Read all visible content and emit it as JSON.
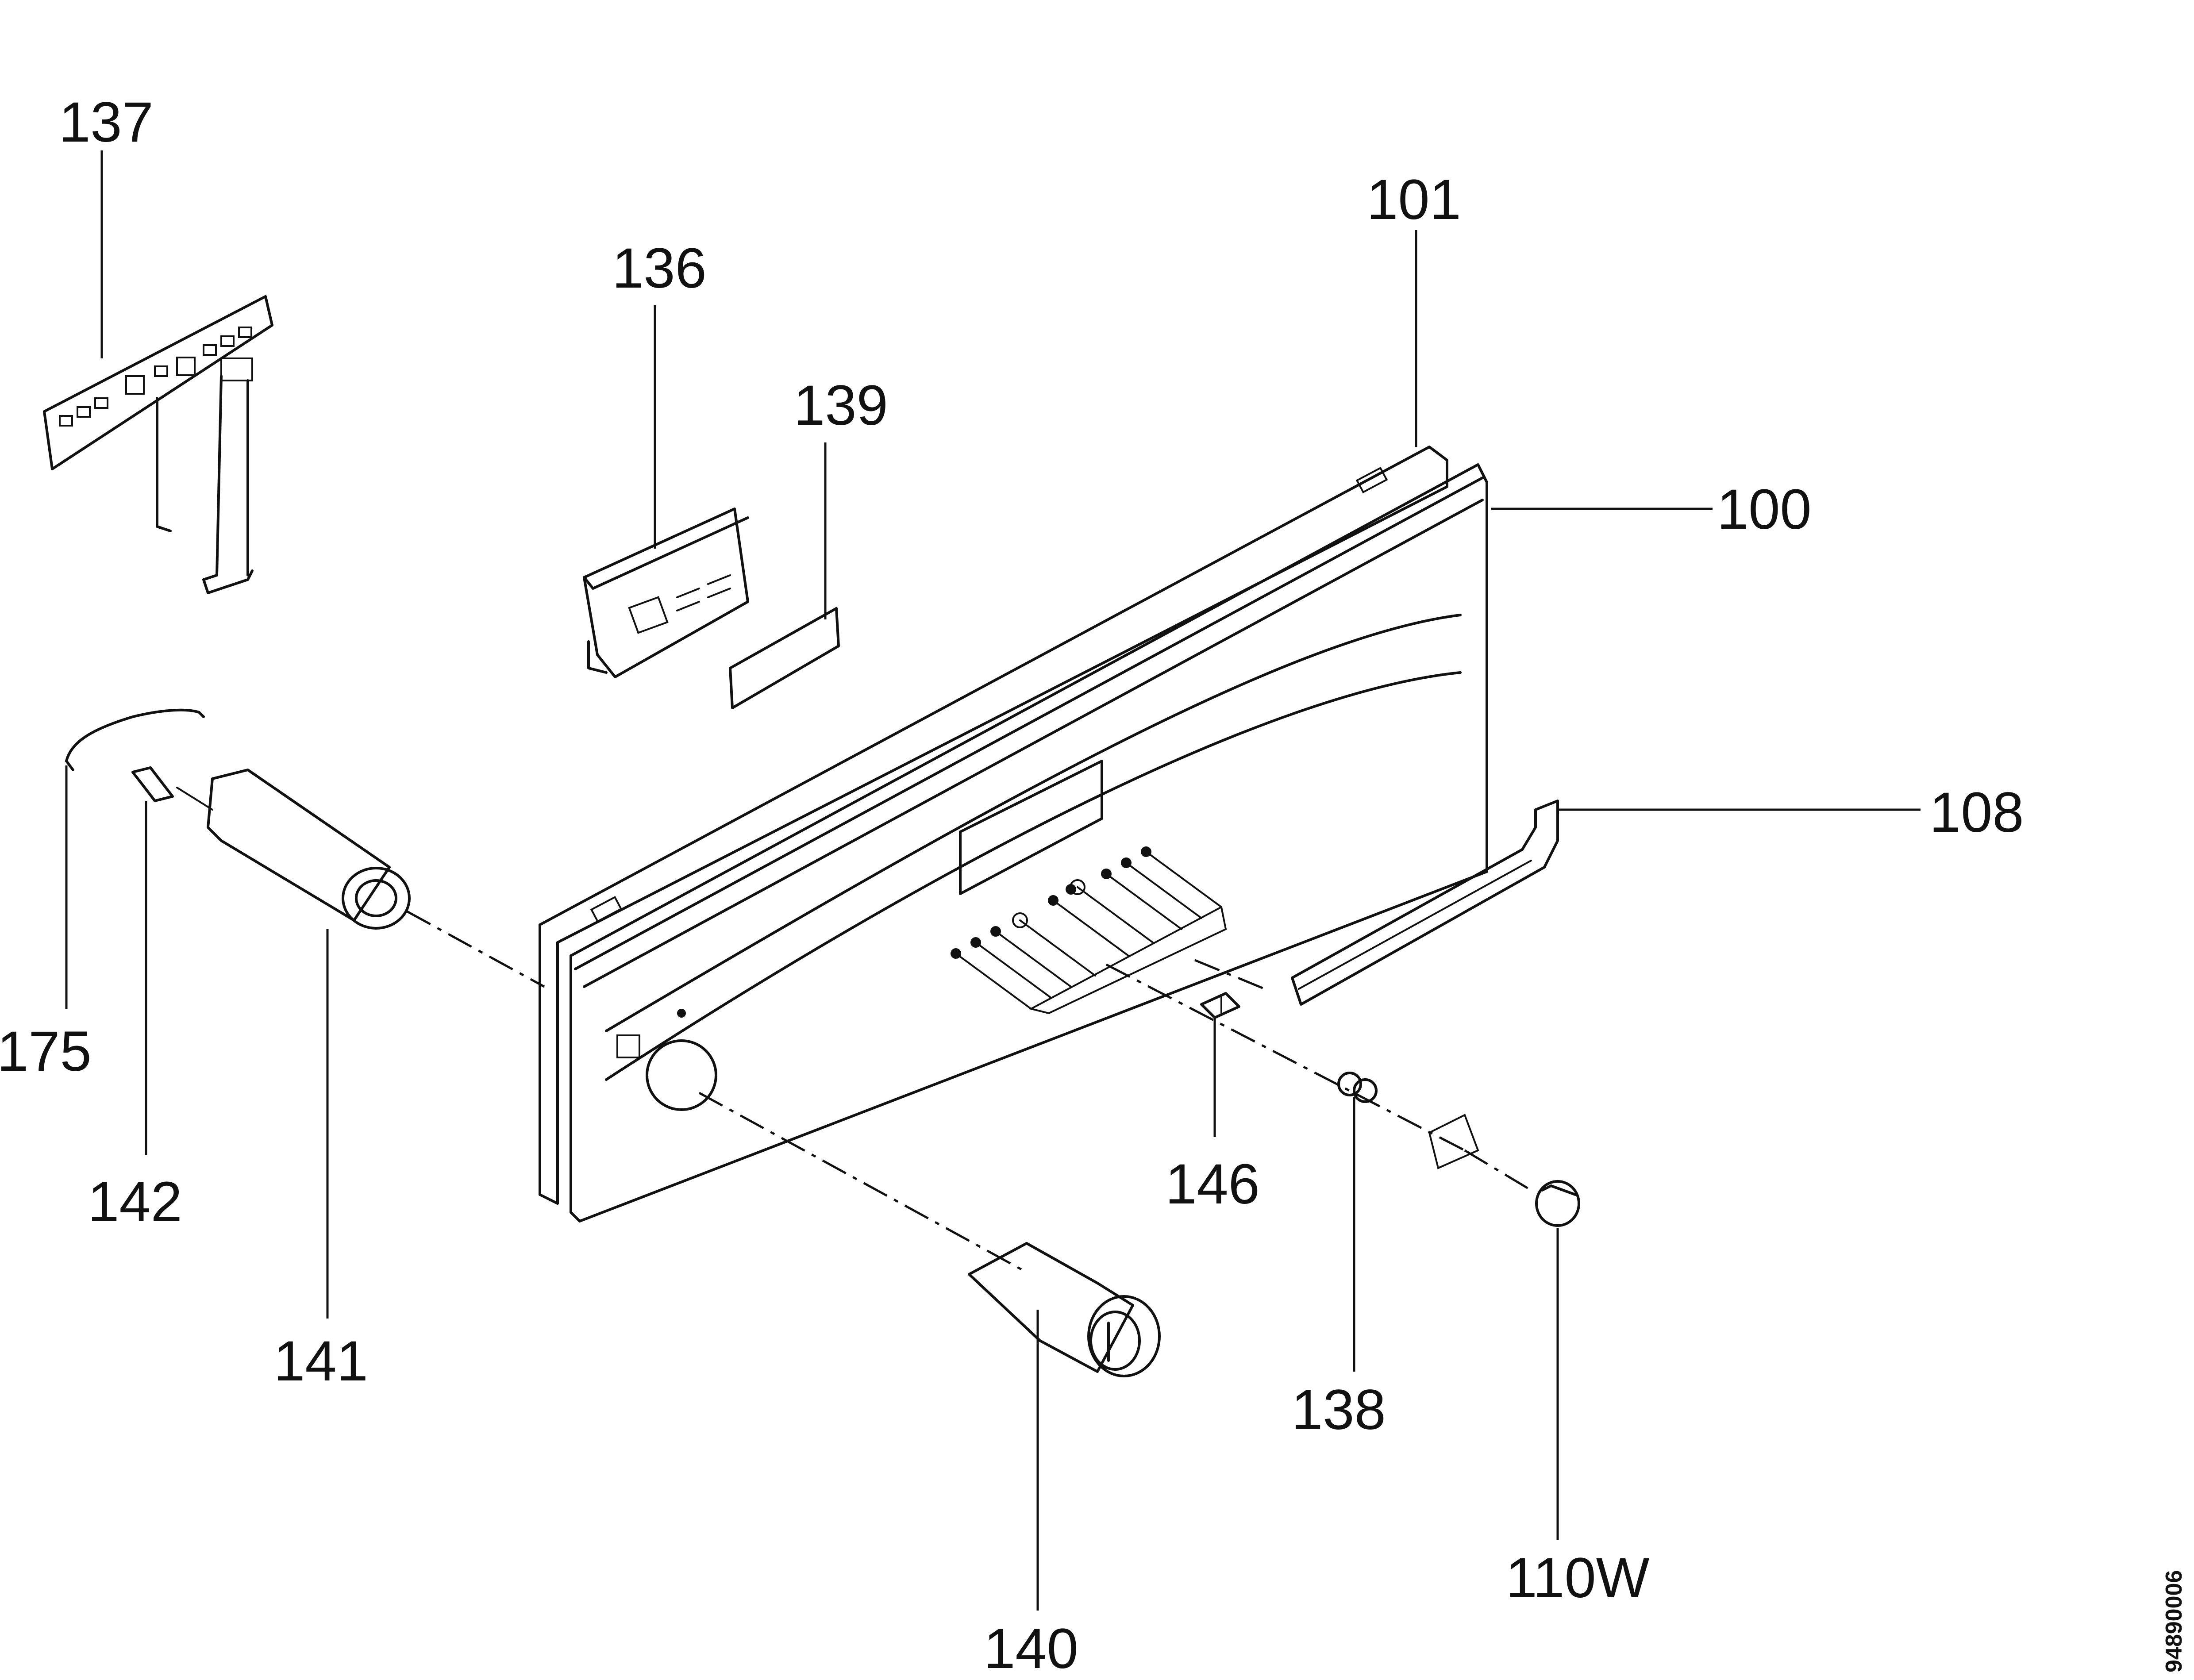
{
  "diagram": {
    "background": "#ffffff",
    "ink": "#111111",
    "callouts": {
      "c137": "137",
      "c136": "136",
      "c139": "139",
      "c101": "101",
      "c100": "100",
      "c108": "108",
      "c175": "175",
      "c142": "142",
      "c141": "141",
      "c146": "146",
      "c138": "138",
      "c140": "140",
      "c110w": "110W"
    },
    "document_number": "94890006"
  }
}
